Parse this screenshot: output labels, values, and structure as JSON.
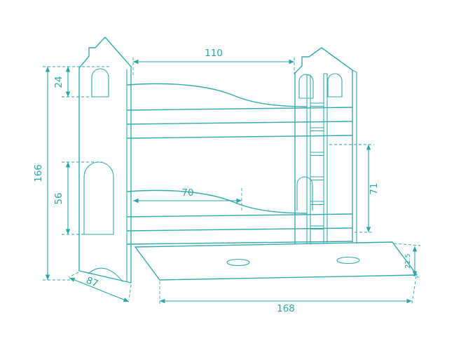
{
  "diagram": {
    "line_color": "#35aaac",
    "background_color": "#ffffff",
    "dimensions": {
      "top_opening_width": "110",
      "upper_window_height": "24",
      "total_height": "166",
      "lower_window_height": "56",
      "lower_bunk_inset": "70",
      "bunk_clearance": "71",
      "depth": "87",
      "total_length": "168",
      "drawer_height": "22.5"
    }
  }
}
